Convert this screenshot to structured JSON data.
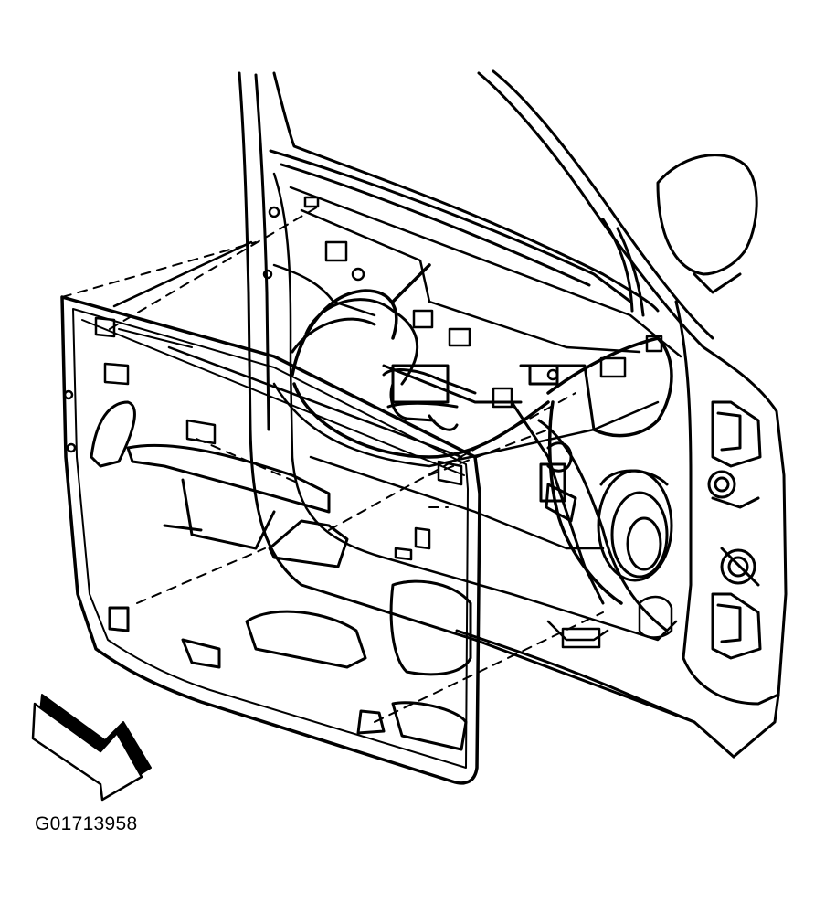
{
  "figure": {
    "id_label": "G01713958"
  },
  "colors": {
    "line": "#000000",
    "background": "#ffffff",
    "arrow_shadow": "#000000"
  },
  "parts": [
    "door-frame",
    "door-window-opening",
    "side-mirror",
    "door-trim-panel",
    "trim-panel-armrest",
    "trim-panel-door-pull",
    "trim-panel-map-pocket",
    "door-inner-handle",
    "window-regulator",
    "door-speaker",
    "wiring-harness",
    "door-hinges",
    "door-check-link",
    "front-view-arrow"
  ]
}
